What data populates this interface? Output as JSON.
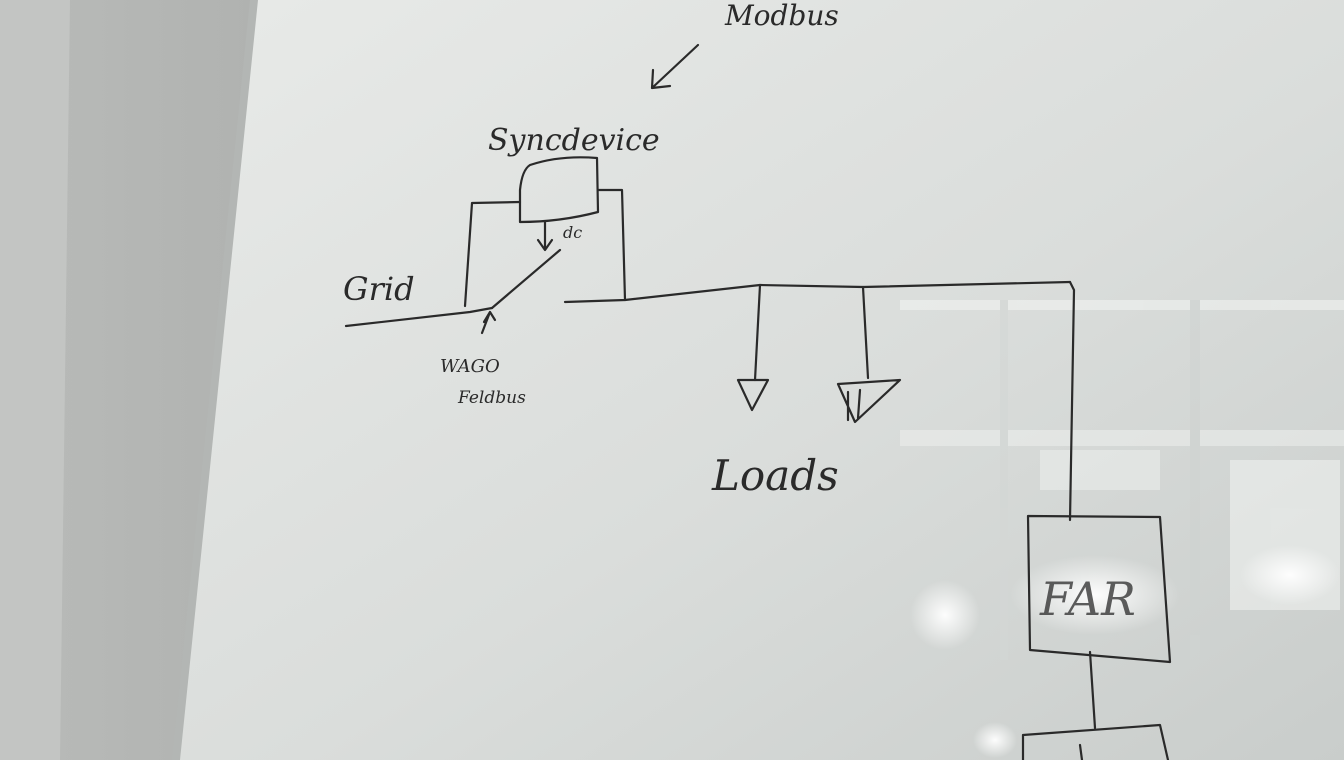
{
  "labels": {
    "modbus": "Modbus",
    "syncdevice": "Syncdevice",
    "dc": "dc",
    "grid": "Grid",
    "wago": "WAGO",
    "fieldbus": "Feldbus",
    "loads": "Loads",
    "box": "FAR"
  },
  "colors": {
    "wall": "#8d8f8d",
    "whiteboard": "#dfe2df",
    "ink": "#2a2a2a"
  }
}
